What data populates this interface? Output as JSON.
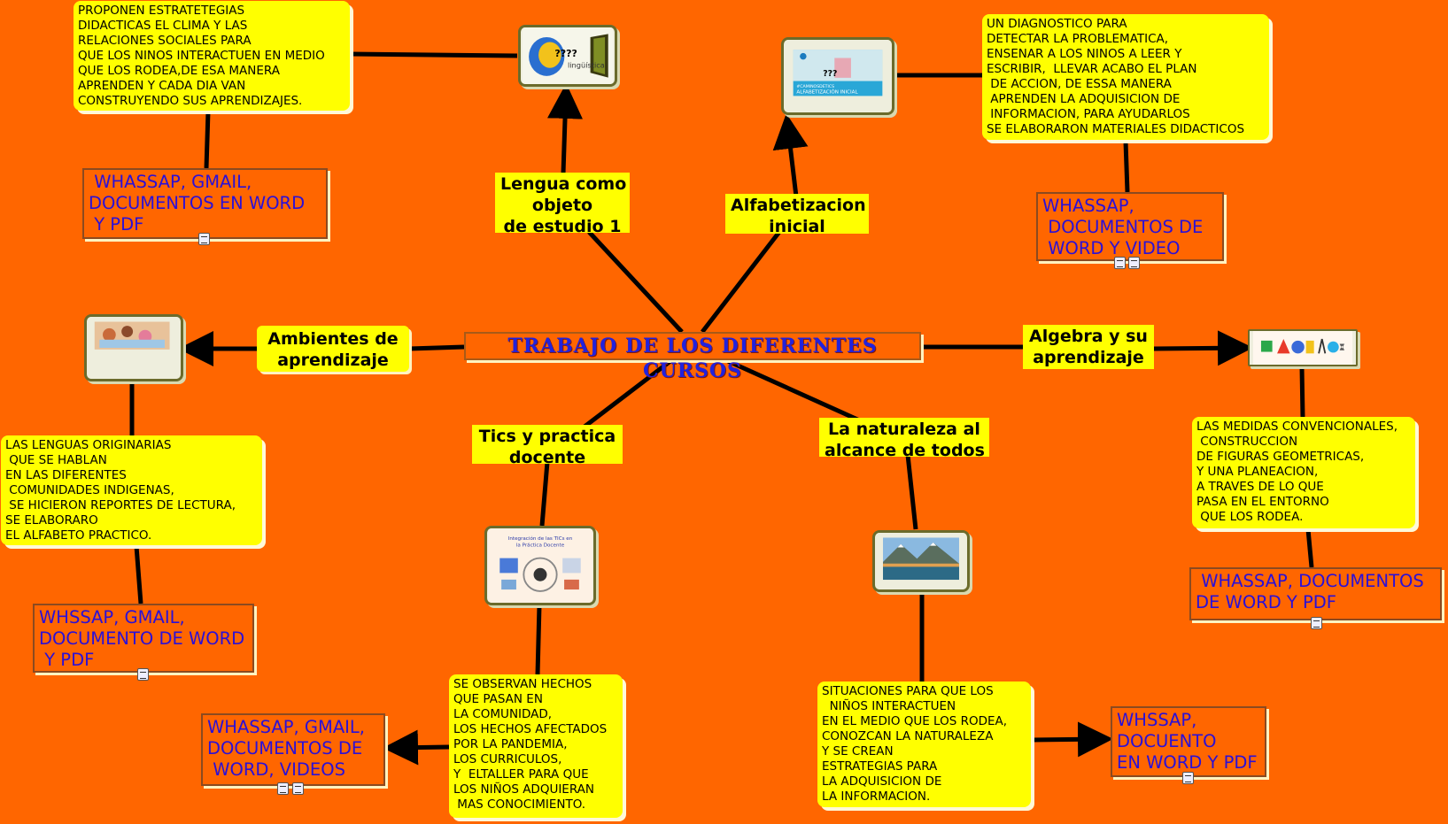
{
  "central": "TRABAJO DE LOS DIFERENTES CURSOS",
  "topics": {
    "lengua": "Lengua como\nobjeto\nde estudio 1",
    "alfabetizacion": "Alfabetizacion\ninicial",
    "ambientes": "Ambientes de\naprendizaje",
    "algebra": "Algebra y su\naprendizaje",
    "tics": "Tics y practica\ndocente",
    "naturaleza": "La naturaleza al\nalcance de todos"
  },
  "notes": {
    "lengua": "PROPONEN ESTRATETEGIAS\nDIDACTICAS EL CLIMA Y LAS\nRELACIONES SOCIALES PARA\nQUE LOS NINOS INTERACTUEN EN MEDIO\nQUE LOS RODEA,DE ESA MANERA\nAPRENDEN Y CADA DIA VAN\nCONSTRUYENDO SUS APRENDIZAJES.",
    "alfabetizacion": "UN DIAGNOSTICO PARA\nDETECTAR LA PROBLEMATICA,\nENSENAR A LOS NINOS A LEER Y\nESCRIBIR,  LLEVAR ACABO EL PLAN\n DE ACCION, DE ESSA MANERA\n APRENDEN LA ADQUISICION DE\n INFORMACION, PARA AYUDARLOS\nSE ELABORARON MATERIALES DIDACTICOS",
    "ambientes": "LAS LENGUAS ORIGINARIAS\n QUE SE HABLAN\nEN LAS DIFERENTES\n COMUNIDADES INDIGENAS,\n SE HICIERON REPORTES DE LECTURA,\nSE ELABORARO\nEL ALFABETO PRACTICO.",
    "algebra": "LAS MEDIDAS CONVENCIONALES,\n CONSTRUCCION\nDE FIGURAS GEOMETRICAS,\nY UNA PLANEACION,\nA TRAVES DE LO QUE\nPASA EN EL ENTORNO\n QUE LOS RODEA.",
    "tics": "SE OBSERVAN HECHOS\nQUE PASAN EN\nLA COMUNIDAD,\nLOS HECHOS AFECTADOS\nPOR LA PANDEMIA,\nLOS CURRICULOS,\nY  ELTALLER PARA QUE\nLOS NIÑOS ADQUIERAN\n MAS CONOCIMIENTO.",
    "naturaleza": "SITUACIONES PARA QUE LOS\n  NIÑOS INTERACTUEN\nEN EL MEDIO QUE LOS RODEA,\nCONOZCAN LA NATURALEZA\nY SE CREAN\nESTRATEGIAS PARA\nLA ADQUISICION DE\nLA INFORMACION."
  },
  "tools": {
    "lengua": " WHASSAP, GMAIL,\nDOCUMENTOS EN WORD\n Y PDF",
    "alfabetizacion": "WHASSAP,\n DOCUMENTOS DE\n WORD Y VIDEO",
    "ambientes": "WHSSAP, GMAIL,\nDOCUMENTO DE WORD\n Y PDF",
    "algebra": " WHASSAP, DOCUMENTOS\nDE WORD Y PDF",
    "tics": "WHASSAP, GMAIL,\nDOCUMENTOS DE\n WORD, VIDEOS",
    "naturaleza": "WHSSAP,\nDOCUENTO\nEN WORD Y PDF"
  },
  "images": {
    "lengua": "??? lingüística",
    "alfabetizacion_caption": "ALFABETIZACIÓN INICIAL",
    "alfabetizacion_tag": "#CAMINOSDETICS",
    "alfabetizacion_q": "???",
    "tics_title": "Integración de las TICs en la Práctica Docente"
  },
  "colors": {
    "background": "#ff6600",
    "topic_fill": "#ffff00",
    "tools_text": "#2a10d8",
    "central_text": "#2222dd",
    "connector": "#000000"
  },
  "icons": [
    "attachment-icon",
    "document-icon"
  ]
}
